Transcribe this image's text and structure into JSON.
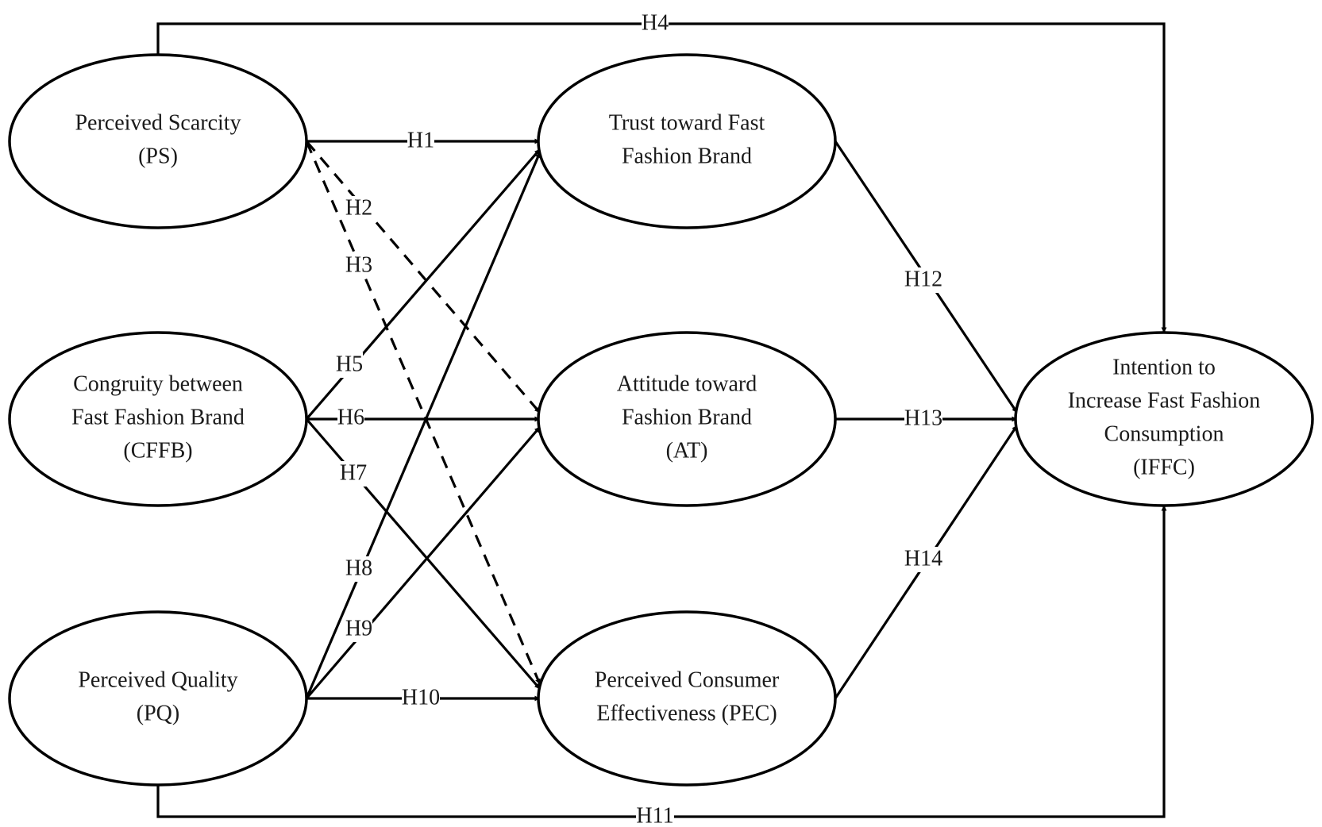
{
  "title": "Research model: fast fashion consumption hypotheses",
  "colors": {
    "stroke": "#000000",
    "text": "#1a1a1a",
    "background": "#ffffff"
  },
  "nodes": [
    {
      "id": "PS",
      "lines": [
        "Perceived Scarcity",
        "(PS)"
      ]
    },
    {
      "id": "CFFB",
      "lines": [
        "Congruity between",
        "Fast Fashion Brand",
        "(CFFB)"
      ]
    },
    {
      "id": "PQ",
      "lines": [
        "Perceived Quality",
        "(PQ)"
      ]
    },
    {
      "id": "TR",
      "lines": [
        "Trust toward Fast",
        "Fashion Brand"
      ]
    },
    {
      "id": "AT",
      "lines": [
        "Attitude toward",
        "Fashion Brand",
        "(AT)"
      ]
    },
    {
      "id": "PEC",
      "lines": [
        "Perceived Consumer",
        "Effectiveness (PEC)"
      ]
    },
    {
      "id": "IFFC",
      "lines": [
        "Intention to",
        "Increase Fast Fashion",
        "Consumption",
        "(IFFC)"
      ]
    }
  ],
  "edges": [
    {
      "label": "H1",
      "from": "PS",
      "to": "TR",
      "style": "solid"
    },
    {
      "label": "H2",
      "from": "PS",
      "to": "AT",
      "style": "dashed"
    },
    {
      "label": "H3",
      "from": "PS",
      "to": "PEC",
      "style": "dashed"
    },
    {
      "label": "H4",
      "from": "PS",
      "to": "IFFC",
      "style": "solid",
      "route": "top"
    },
    {
      "label": "H5",
      "from": "CFFB",
      "to": "TR",
      "style": "solid"
    },
    {
      "label": "H6",
      "from": "CFFB",
      "to": "AT",
      "style": "solid"
    },
    {
      "label": "H7",
      "from": "CFFB",
      "to": "PEC",
      "style": "solid"
    },
    {
      "label": "H8",
      "from": "PQ",
      "to": "TR",
      "style": "solid"
    },
    {
      "label": "H9",
      "from": "PQ",
      "to": "AT",
      "style": "solid"
    },
    {
      "label": "H10",
      "from": "PQ",
      "to": "PEC",
      "style": "solid"
    },
    {
      "label": "H11",
      "from": "PQ",
      "to": "IFFC",
      "style": "solid",
      "route": "bottom"
    },
    {
      "label": "H12",
      "from": "TR",
      "to": "IFFC",
      "style": "solid"
    },
    {
      "label": "H13",
      "from": "AT",
      "to": "IFFC",
      "style": "solid"
    },
    {
      "label": "H14",
      "from": "PEC",
      "to": "IFFC",
      "style": "solid"
    }
  ]
}
